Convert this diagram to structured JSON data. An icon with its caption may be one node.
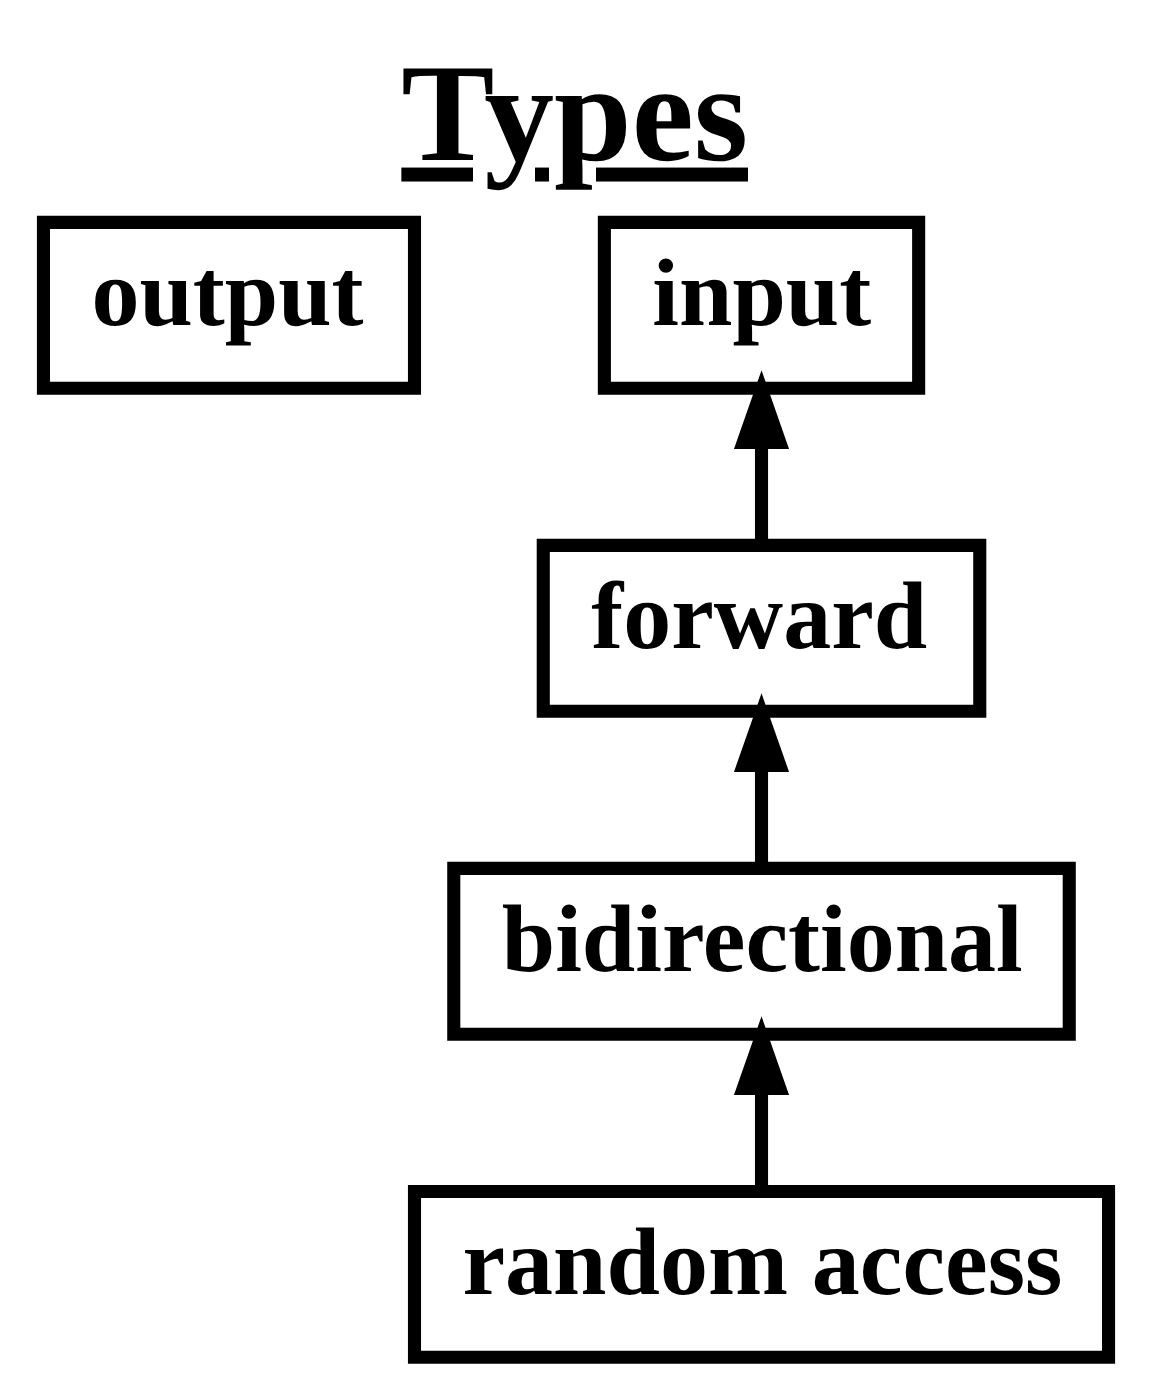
{
  "diagram": {
    "title": "Types",
    "nodes": [
      {
        "text": [
          "output"
        ]
      },
      {
        "text": [
          "input"
        ]
      },
      {
        "text": [
          "forward"
        ]
      },
      {
        "text": [
          "bidirectional"
        ]
      },
      {
        "text": [
          "random access"
        ]
      }
    ],
    "edges": [
      {
        "from": 2,
        "to": 1,
        "arrow": "to"
      },
      {
        "from": 3,
        "to": 2,
        "arrow": "to"
      },
      {
        "from": 4,
        "to": 3,
        "arrow": "to"
      }
    ]
  }
}
